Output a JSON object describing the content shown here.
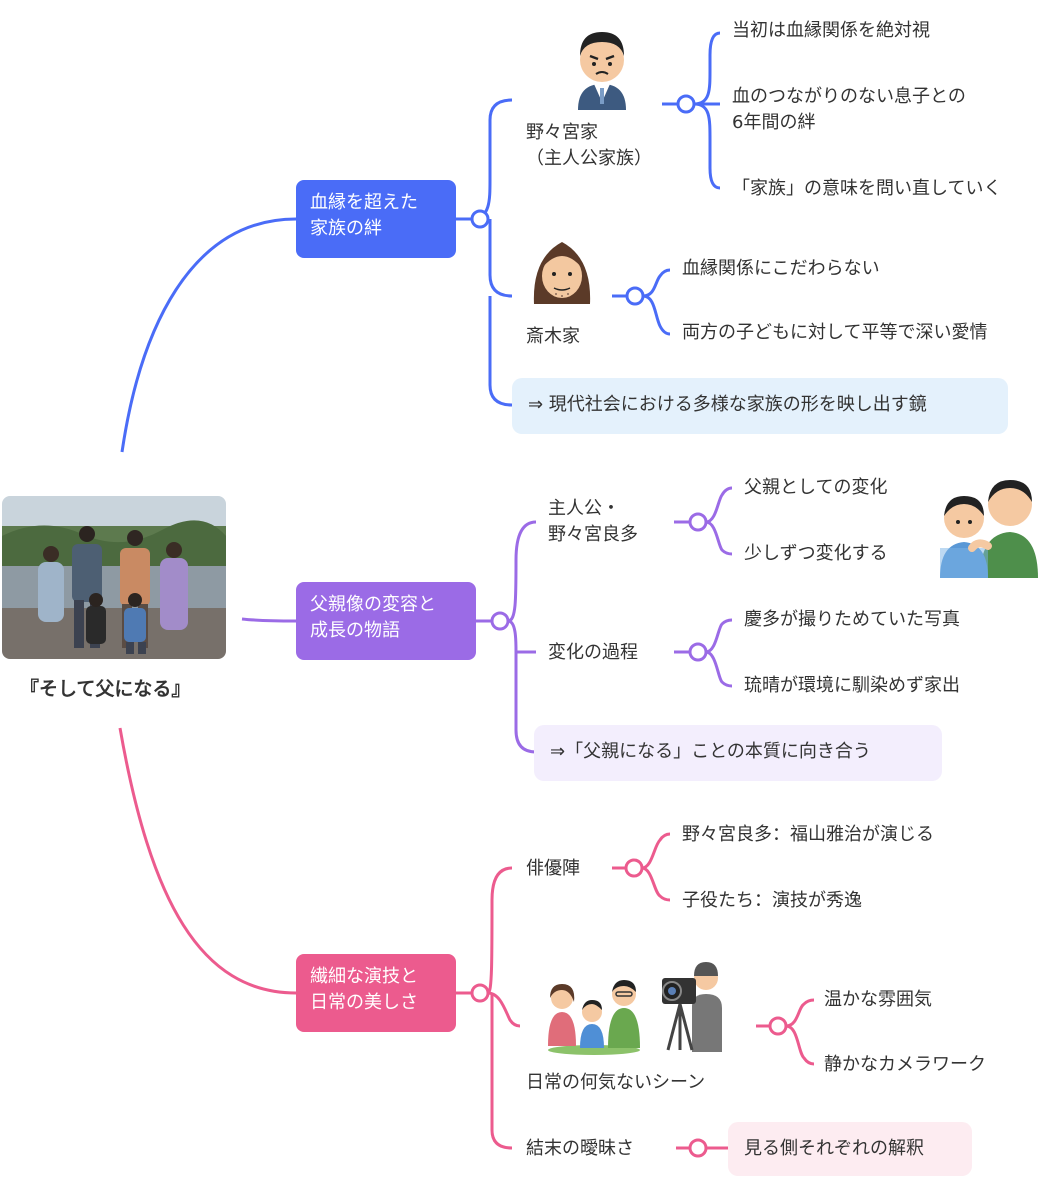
{
  "root": {
    "title": "『そして父になる』"
  },
  "branches": [
    {
      "label": "血縁を超えた\n家族の絆",
      "color": "#4A6CF7",
      "children": [
        {
          "label": "野々宮家\n（主人公家族）",
          "leaves": [
            "当初は血縁関係を絶対視",
            "血のつながりのない息子との\n6年間の絆",
            "「家族」の意味を問い直していく"
          ]
        },
        {
          "label": "斎木家",
          "leaves": [
            "血縁関係にこだわらない",
            "両方の子どもに対して平等で深い愛情"
          ]
        }
      ],
      "conclusion": "⇒ 現代社会における多様な家族の形を映し出す鏡"
    },
    {
      "label": "父親像の変容と\n成長の物語",
      "color": "#9B6BE6",
      "children": [
        {
          "label": "主人公・\n野々宮良多",
          "leaves": [
            "父親としての変化",
            "少しずつ変化する"
          ]
        },
        {
          "label": "変化の過程",
          "leaves": [
            "慶多が撮りためていた写真",
            "琉晴が環境に馴染めず家出"
          ]
        }
      ],
      "conclusion": "⇒「父親になる」ことの本質に向き合う"
    },
    {
      "label": "繊細な演技と\n日常の美しさ",
      "color": "#EC5B8E",
      "children": [
        {
          "label": "俳優陣",
          "leaves": [
            "野々宮良多：福山雅治が演じる",
            "子役たち：演技が秀逸"
          ]
        },
        {
          "label": "日常の何気ないシーン",
          "leaves": [
            "温かな雰囲気",
            "静かなカメラワーク"
          ]
        },
        {
          "label": "結末の曖昧さ",
          "leaves": [
            "見る側それぞれの解釈"
          ]
        }
      ]
    }
  ],
  "icons": [
    "businessman-icon",
    "long-hair-man-icon",
    "father-son-icon",
    "family-picnic-icon",
    "cameraman-icon",
    "family-photo"
  ]
}
